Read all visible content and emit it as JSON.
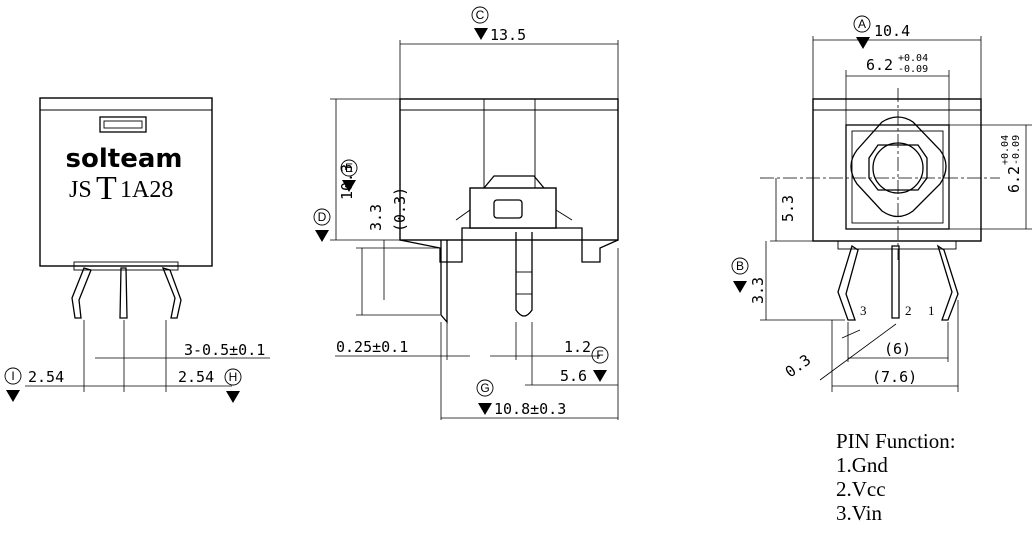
{
  "marking": {
    "brand": "solteam",
    "part_prefix": "JS",
    "part_big": "T",
    "part_suffix": "1A28"
  },
  "dimensions": {
    "d_13_5": "13.5",
    "d_10_3": "10.3",
    "d_3_3_left": "3.3",
    "d_0_3_paren": "(0.3)",
    "d_0_25": "0.25±0.1",
    "d_1_2": "1.2",
    "d_5_6": "5.6",
    "d_10_8": "10.8±0.3",
    "d_3_05": "3-0.5±0.1",
    "d_2_54_left": "2.54",
    "d_2_54_right": "2.54",
    "d_10_4": "10.4",
    "d_6_2_base": "6.2",
    "d_6_2_plus": "+0.04",
    "d_6_2_minus": "-0.09",
    "d_5_3": "5.3",
    "d_3_3_right": "3.3",
    "d_6_paren": "(6)",
    "d_7_6_paren": "(7.6)",
    "d_0_3_diag": "0.3"
  },
  "refs": {
    "A": "A",
    "B": "B",
    "C": "C",
    "D": "D",
    "E": "E",
    "F": "F",
    "G": "G",
    "H": "H",
    "I": "I"
  },
  "pin_labels": {
    "p1": "1",
    "p2": "2",
    "p3": "3"
  },
  "pin_function": {
    "title": "PIN Function:",
    "items": [
      "1.Gnd",
      "2.Vcc",
      "3.Vin"
    ]
  }
}
